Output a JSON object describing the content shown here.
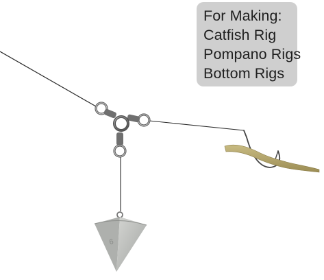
{
  "label": {
    "heading": "For Making:",
    "lines": [
      "Catfish Rig",
      "Pompano Rigs",
      "Bottom Rigs"
    ]
  },
  "sinker": {
    "mark": "6"
  },
  "colors": {
    "background": "#ffffff",
    "label_box": "#cfcfcf",
    "label_text": "#1f1f1f",
    "line": "#2a2a2a",
    "lead": "#b7b9b6",
    "swivel": "#6f6f6f",
    "lure": "#b3a46a"
  },
  "icons": [
    "three-way-swivel-icon",
    "pyramid-sinker-icon",
    "fishing-hook-icon",
    "soft-worm-lure-icon"
  ]
}
